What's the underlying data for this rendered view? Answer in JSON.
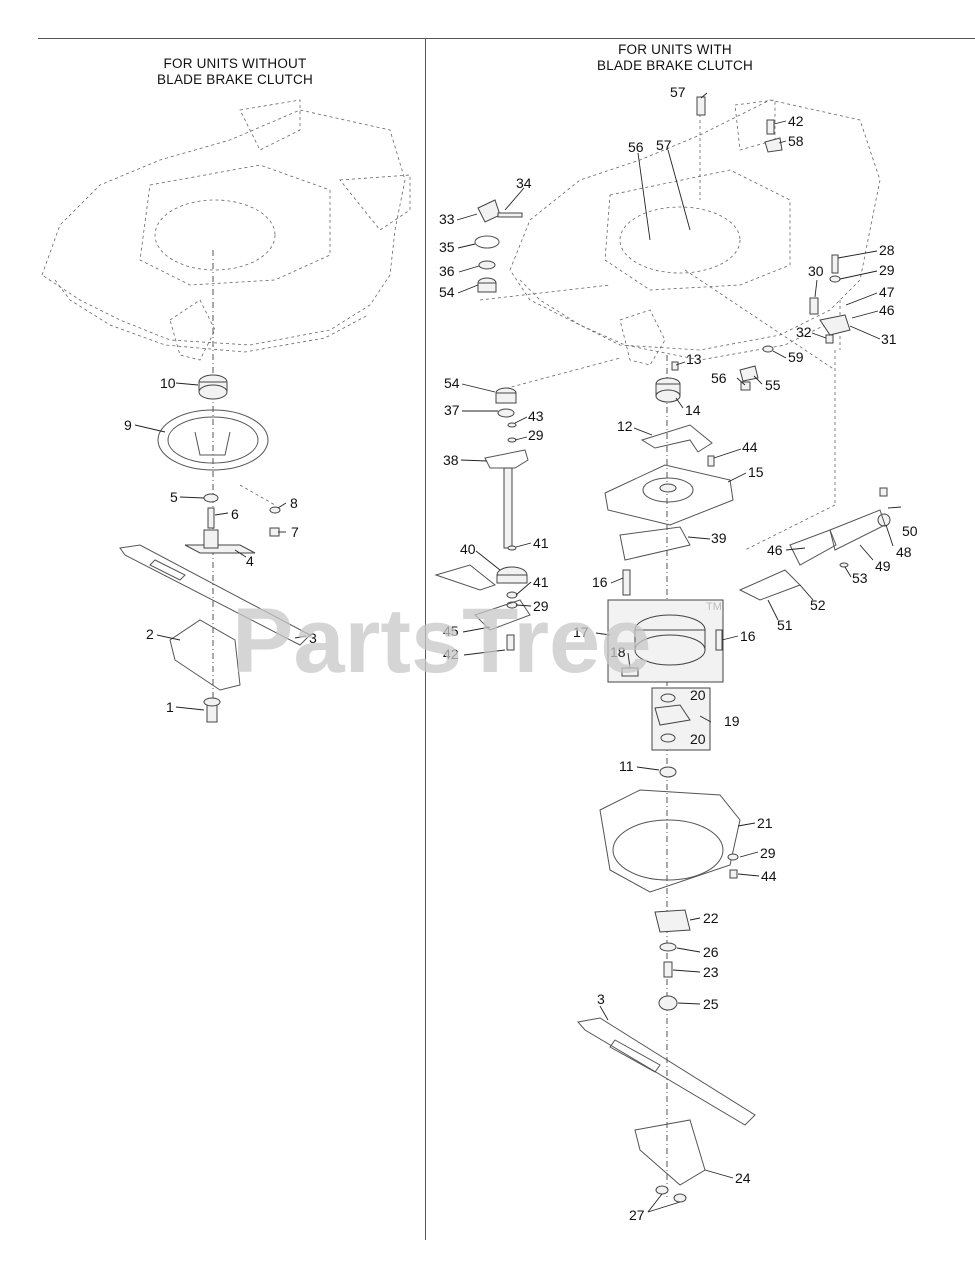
{
  "panels": {
    "left": {
      "title_line1": "FOR UNITS WITHOUT",
      "title_line2": "BLADE BRAKE CLUTCH"
    },
    "right": {
      "title_line1": "FOR UNITS WITH",
      "title_line2": "BLADE BRAKE CLUTCH"
    }
  },
  "watermark": {
    "text": "PartsTree",
    "mark": "TM"
  },
  "callouts_left": [
    "10",
    "9",
    "5",
    "8",
    "6",
    "7",
    "4",
    "2",
    "3",
    "1"
  ],
  "callouts_right": [
    "57",
    "42",
    "58",
    "56",
    "57",
    "34",
    "33",
    "35",
    "36",
    "54",
    "28",
    "30",
    "29",
    "47",
    "46",
    "32",
    "31",
    "13",
    "59",
    "54",
    "56",
    "55",
    "14",
    "37",
    "43",
    "29",
    "12",
    "44",
    "38",
    "15",
    "50",
    "41",
    "40",
    "39",
    "46",
    "48",
    "49",
    "41",
    "53",
    "16",
    "29",
    "52",
    "17",
    "16",
    "45",
    "51",
    "18",
    "42",
    "20",
    "19",
    "20",
    "11",
    "21",
    "29",
    "44",
    "22",
    "26",
    "23",
    "3",
    "25",
    "24",
    "27"
  ]
}
